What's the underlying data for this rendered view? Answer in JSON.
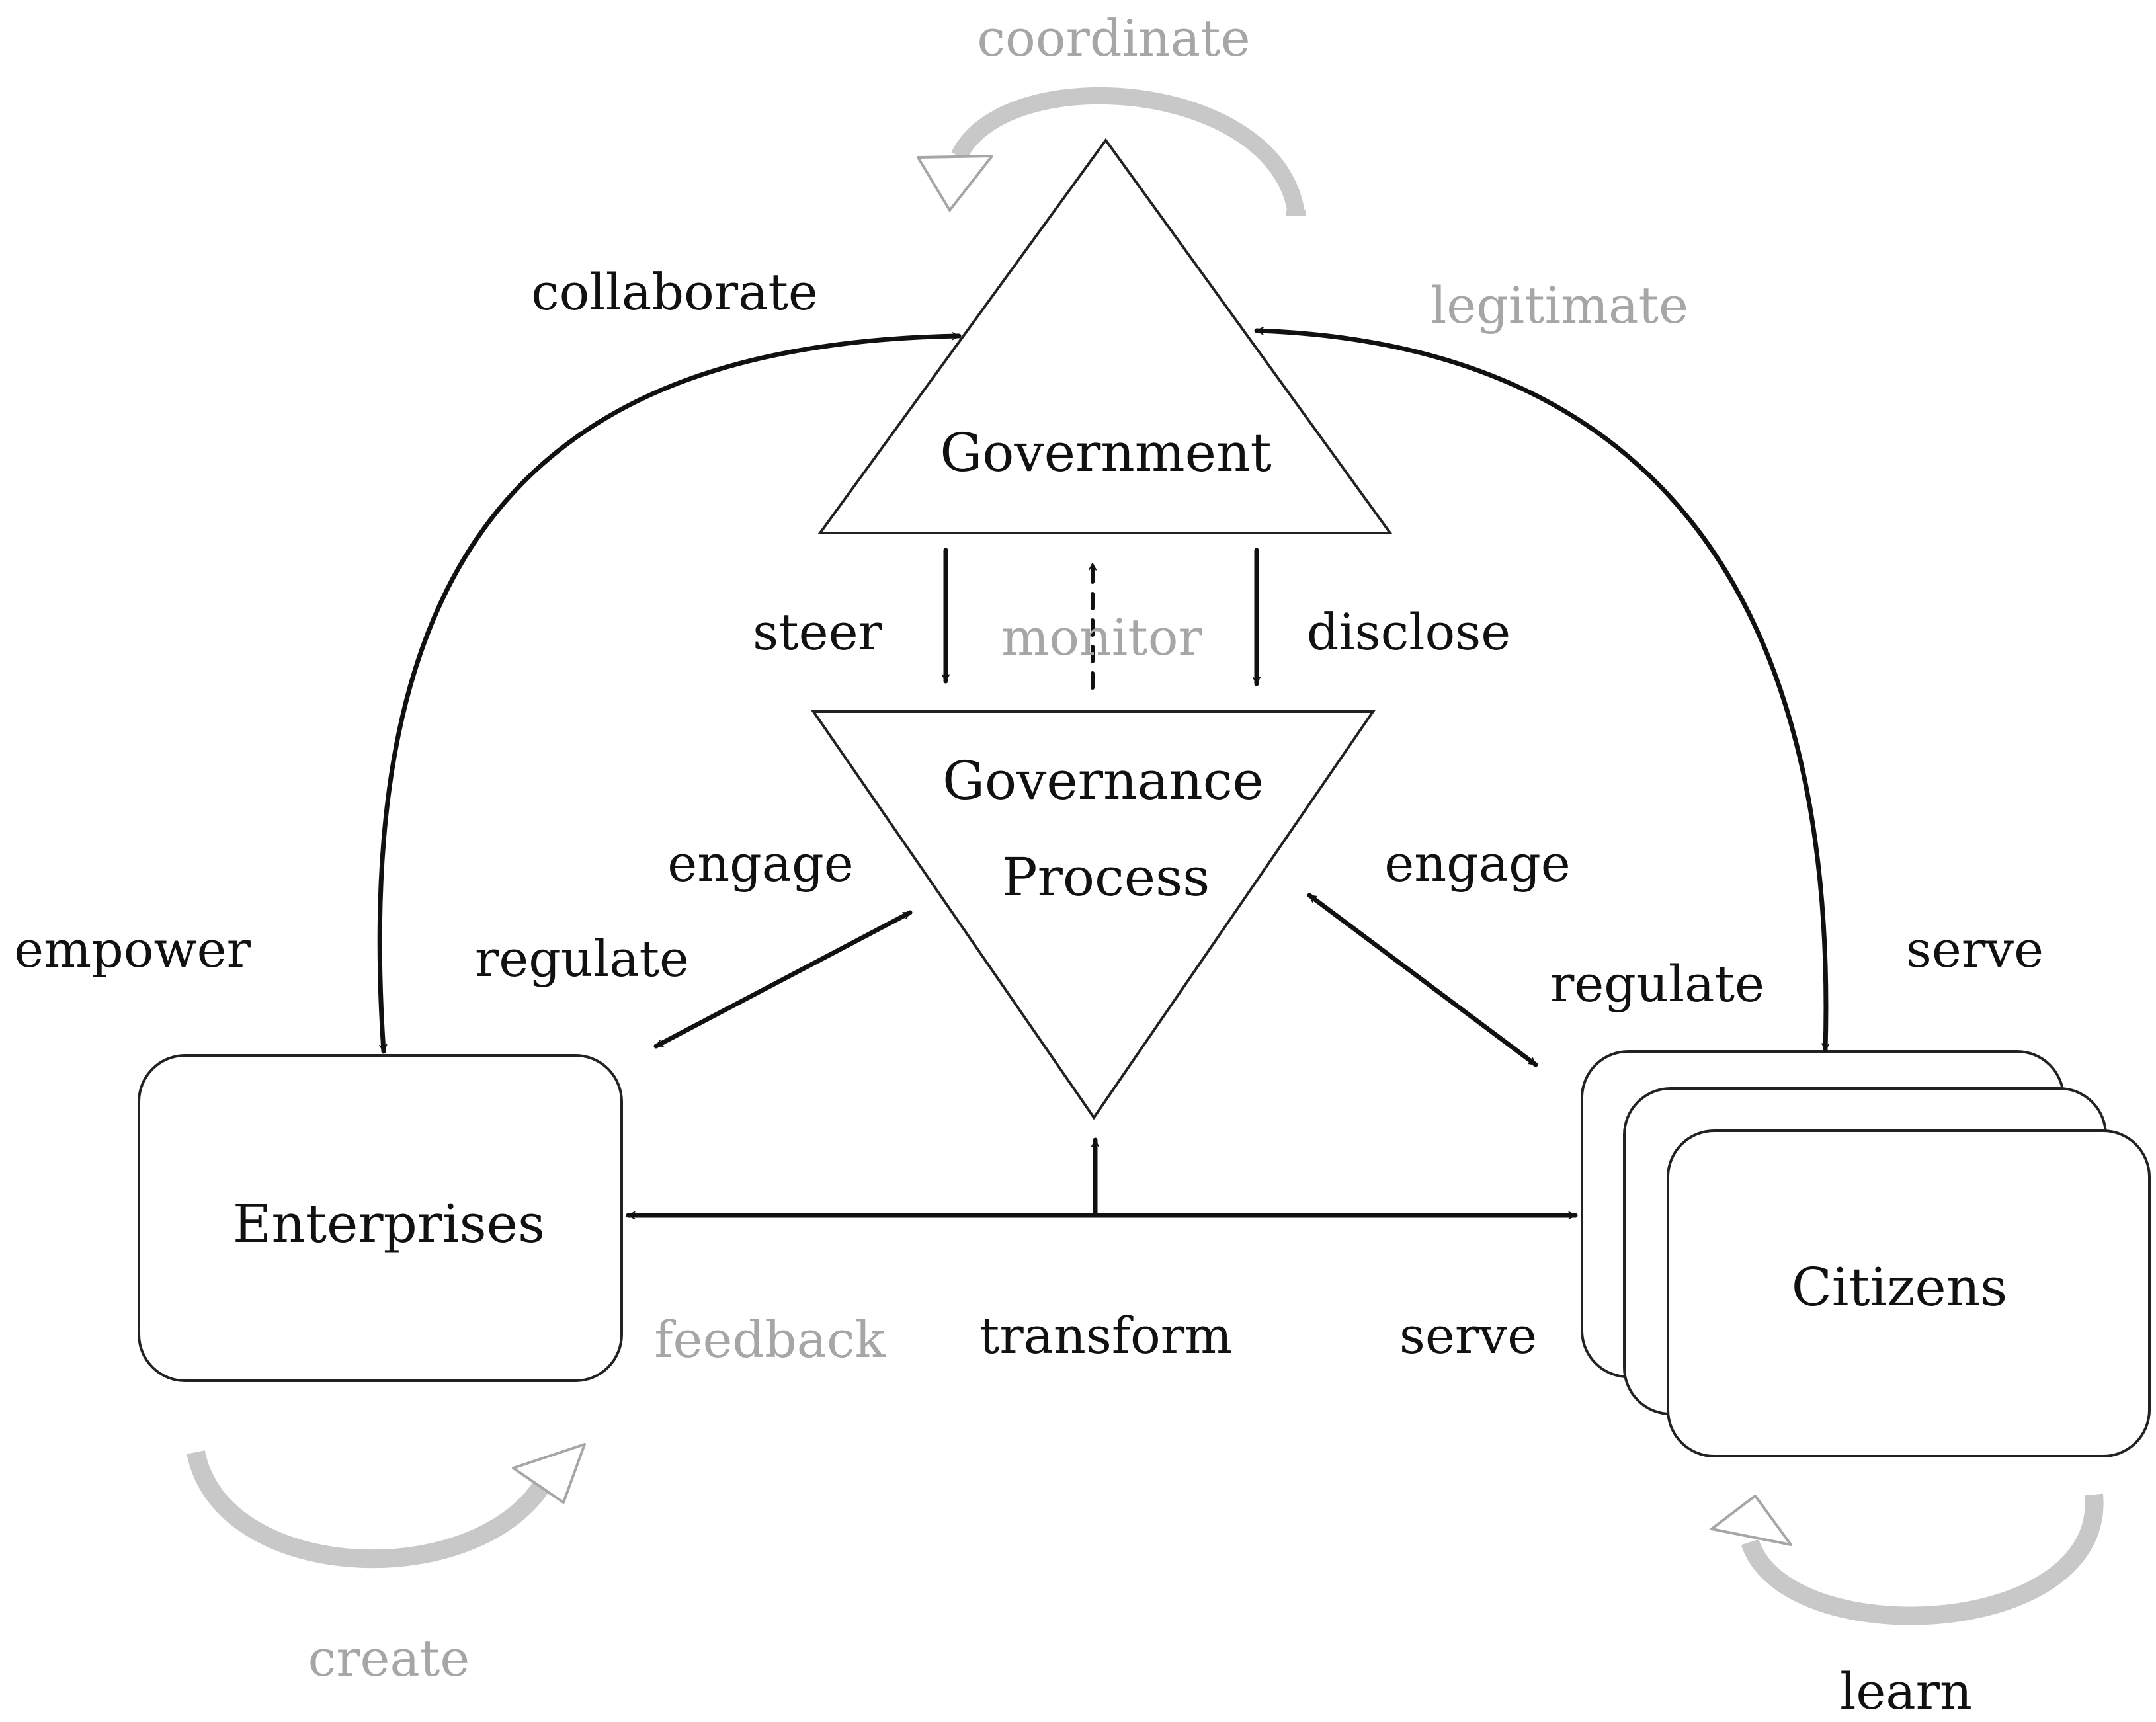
{
  "nodes": {
    "government": "Government",
    "governance_line1": "Governance",
    "governance_line2": "Process",
    "enterprises": "Enterprises",
    "citizens": "Citizens"
  },
  "labels": {
    "coordinate": "coordinate",
    "collaborate": "collaborate",
    "legitimate": "legitimate",
    "steer": "steer",
    "monitor": "monitor",
    "disclose": "disclose",
    "engage_left": "engage",
    "engage_right": "engage",
    "empower": "empower",
    "regulate_left": "regulate",
    "regulate_right": "regulate",
    "serve_top": "serve",
    "feedback": "feedback",
    "transform": "transform",
    "serve_bottom": "serve",
    "create": "create",
    "learn": "learn"
  },
  "colors": {
    "primary_text": "#111111",
    "muted_text": "#a6a6a6",
    "cycle_arrow_fill": "#c8c8c8"
  }
}
